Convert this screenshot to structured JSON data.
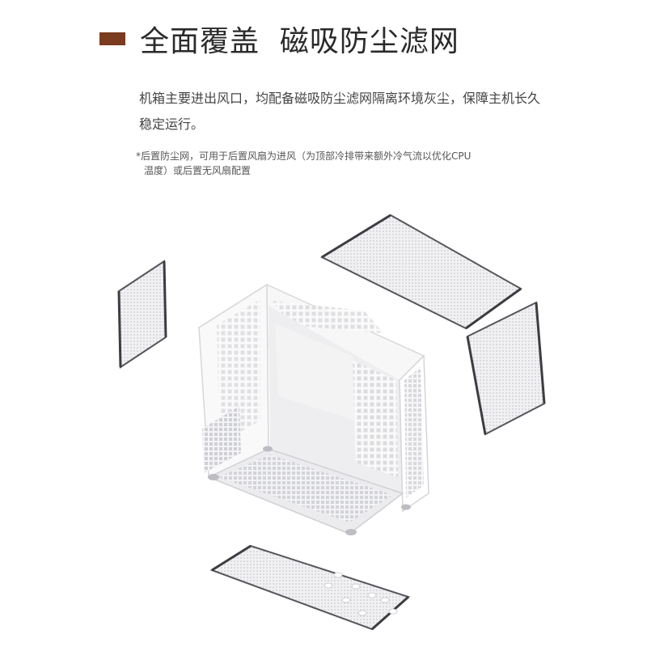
{
  "header": {
    "title": "全面覆盖  磁吸防尘滤网",
    "accent_color": "#7a3b1e"
  },
  "description": "机箱主要进出风口，均配备磁吸防尘滤网隔离环境灰尘，保障主机长久稳定运行。",
  "note": {
    "line1": "*后置防尘网，可用于后置风扇为进风（为顶部冷排带来额外冷气流以优化CPU",
    "line2": "温度）或后置无风扇配置"
  },
  "illustration": {
    "subject": "white mini PC case with magnetic dust filters (exploded view)",
    "filters": [
      "rear-filter",
      "top-filter",
      "side-filter",
      "bottom-filter"
    ]
  }
}
